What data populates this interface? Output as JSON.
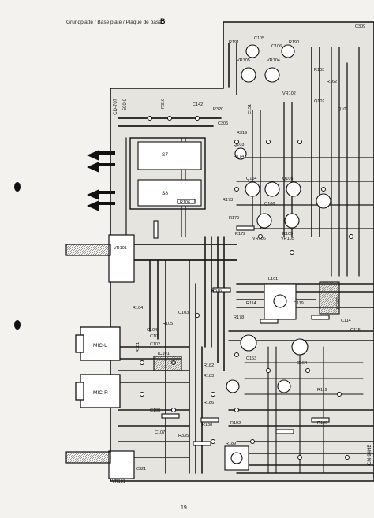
{
  "header": {
    "caption": "Grundplatte / Base plate / Plaque de base",
    "board_letter": "B"
  },
  "footer": {
    "page_number": "19"
  },
  "board_markings": {
    "model_top": "CD-707",
    "model_bottom": "-500-0",
    "edge_code": "CM-94HB"
  },
  "components": [
    {
      "label": "VR101"
    },
    {
      "label": "VR101"
    },
    {
      "label": "VR105"
    },
    {
      "label": "VR104"
    },
    {
      "label": "VR102"
    },
    {
      "label": "VR106"
    },
    {
      "label": "VR105"
    },
    {
      "label": "S7"
    },
    {
      "label": "S8"
    },
    {
      "label": "L101"
    },
    {
      "label": "MIC-L"
    },
    {
      "label": "MIC-R"
    },
    {
      "label": "IC101"
    },
    {
      "label": "IC102"
    },
    {
      "label": "R191"
    },
    {
      "label": "R190"
    },
    {
      "label": "C105"
    },
    {
      "label": "C106"
    },
    {
      "label": "R163"
    },
    {
      "label": "R162"
    },
    {
      "label": "Q102"
    },
    {
      "label": "Q101"
    },
    {
      "label": "R310"
    },
    {
      "label": "C142"
    },
    {
      "label": "R320"
    },
    {
      "label": "C306"
    },
    {
      "label": "R319"
    },
    {
      "label": "Q103"
    },
    {
      "label": "R174"
    },
    {
      "label": "Q105"
    },
    {
      "label": "Q104"
    },
    {
      "label": "R173"
    },
    {
      "label": "Q106"
    },
    {
      "label": "R170"
    },
    {
      "label": "R172"
    },
    {
      "label": "R105"
    },
    {
      "label": "R106"
    },
    {
      "label": "R316"
    },
    {
      "label": "R104"
    },
    {
      "label": "C103"
    },
    {
      "label": "C104"
    },
    {
      "label": "R105"
    },
    {
      "label": "C102"
    },
    {
      "label": "C101"
    },
    {
      "label": "R101"
    },
    {
      "label": "R114"
    },
    {
      "label": "R178"
    },
    {
      "label": "R182"
    },
    {
      "label": "R183"
    },
    {
      "label": "R186"
    },
    {
      "label": "R188"
    },
    {
      "label": "R189"
    },
    {
      "label": "C153"
    },
    {
      "label": "C154"
    },
    {
      "label": "C108"
    },
    {
      "label": "C107"
    },
    {
      "label": "R335"
    },
    {
      "label": "C321"
    },
    {
      "label": "R119"
    },
    {
      "label": "R120"
    },
    {
      "label": "C114"
    },
    {
      "label": "C115"
    },
    {
      "label": "C119"
    },
    {
      "label": "R192"
    },
    {
      "label": "C309"
    },
    {
      "label": "C151"
    }
  ]
}
